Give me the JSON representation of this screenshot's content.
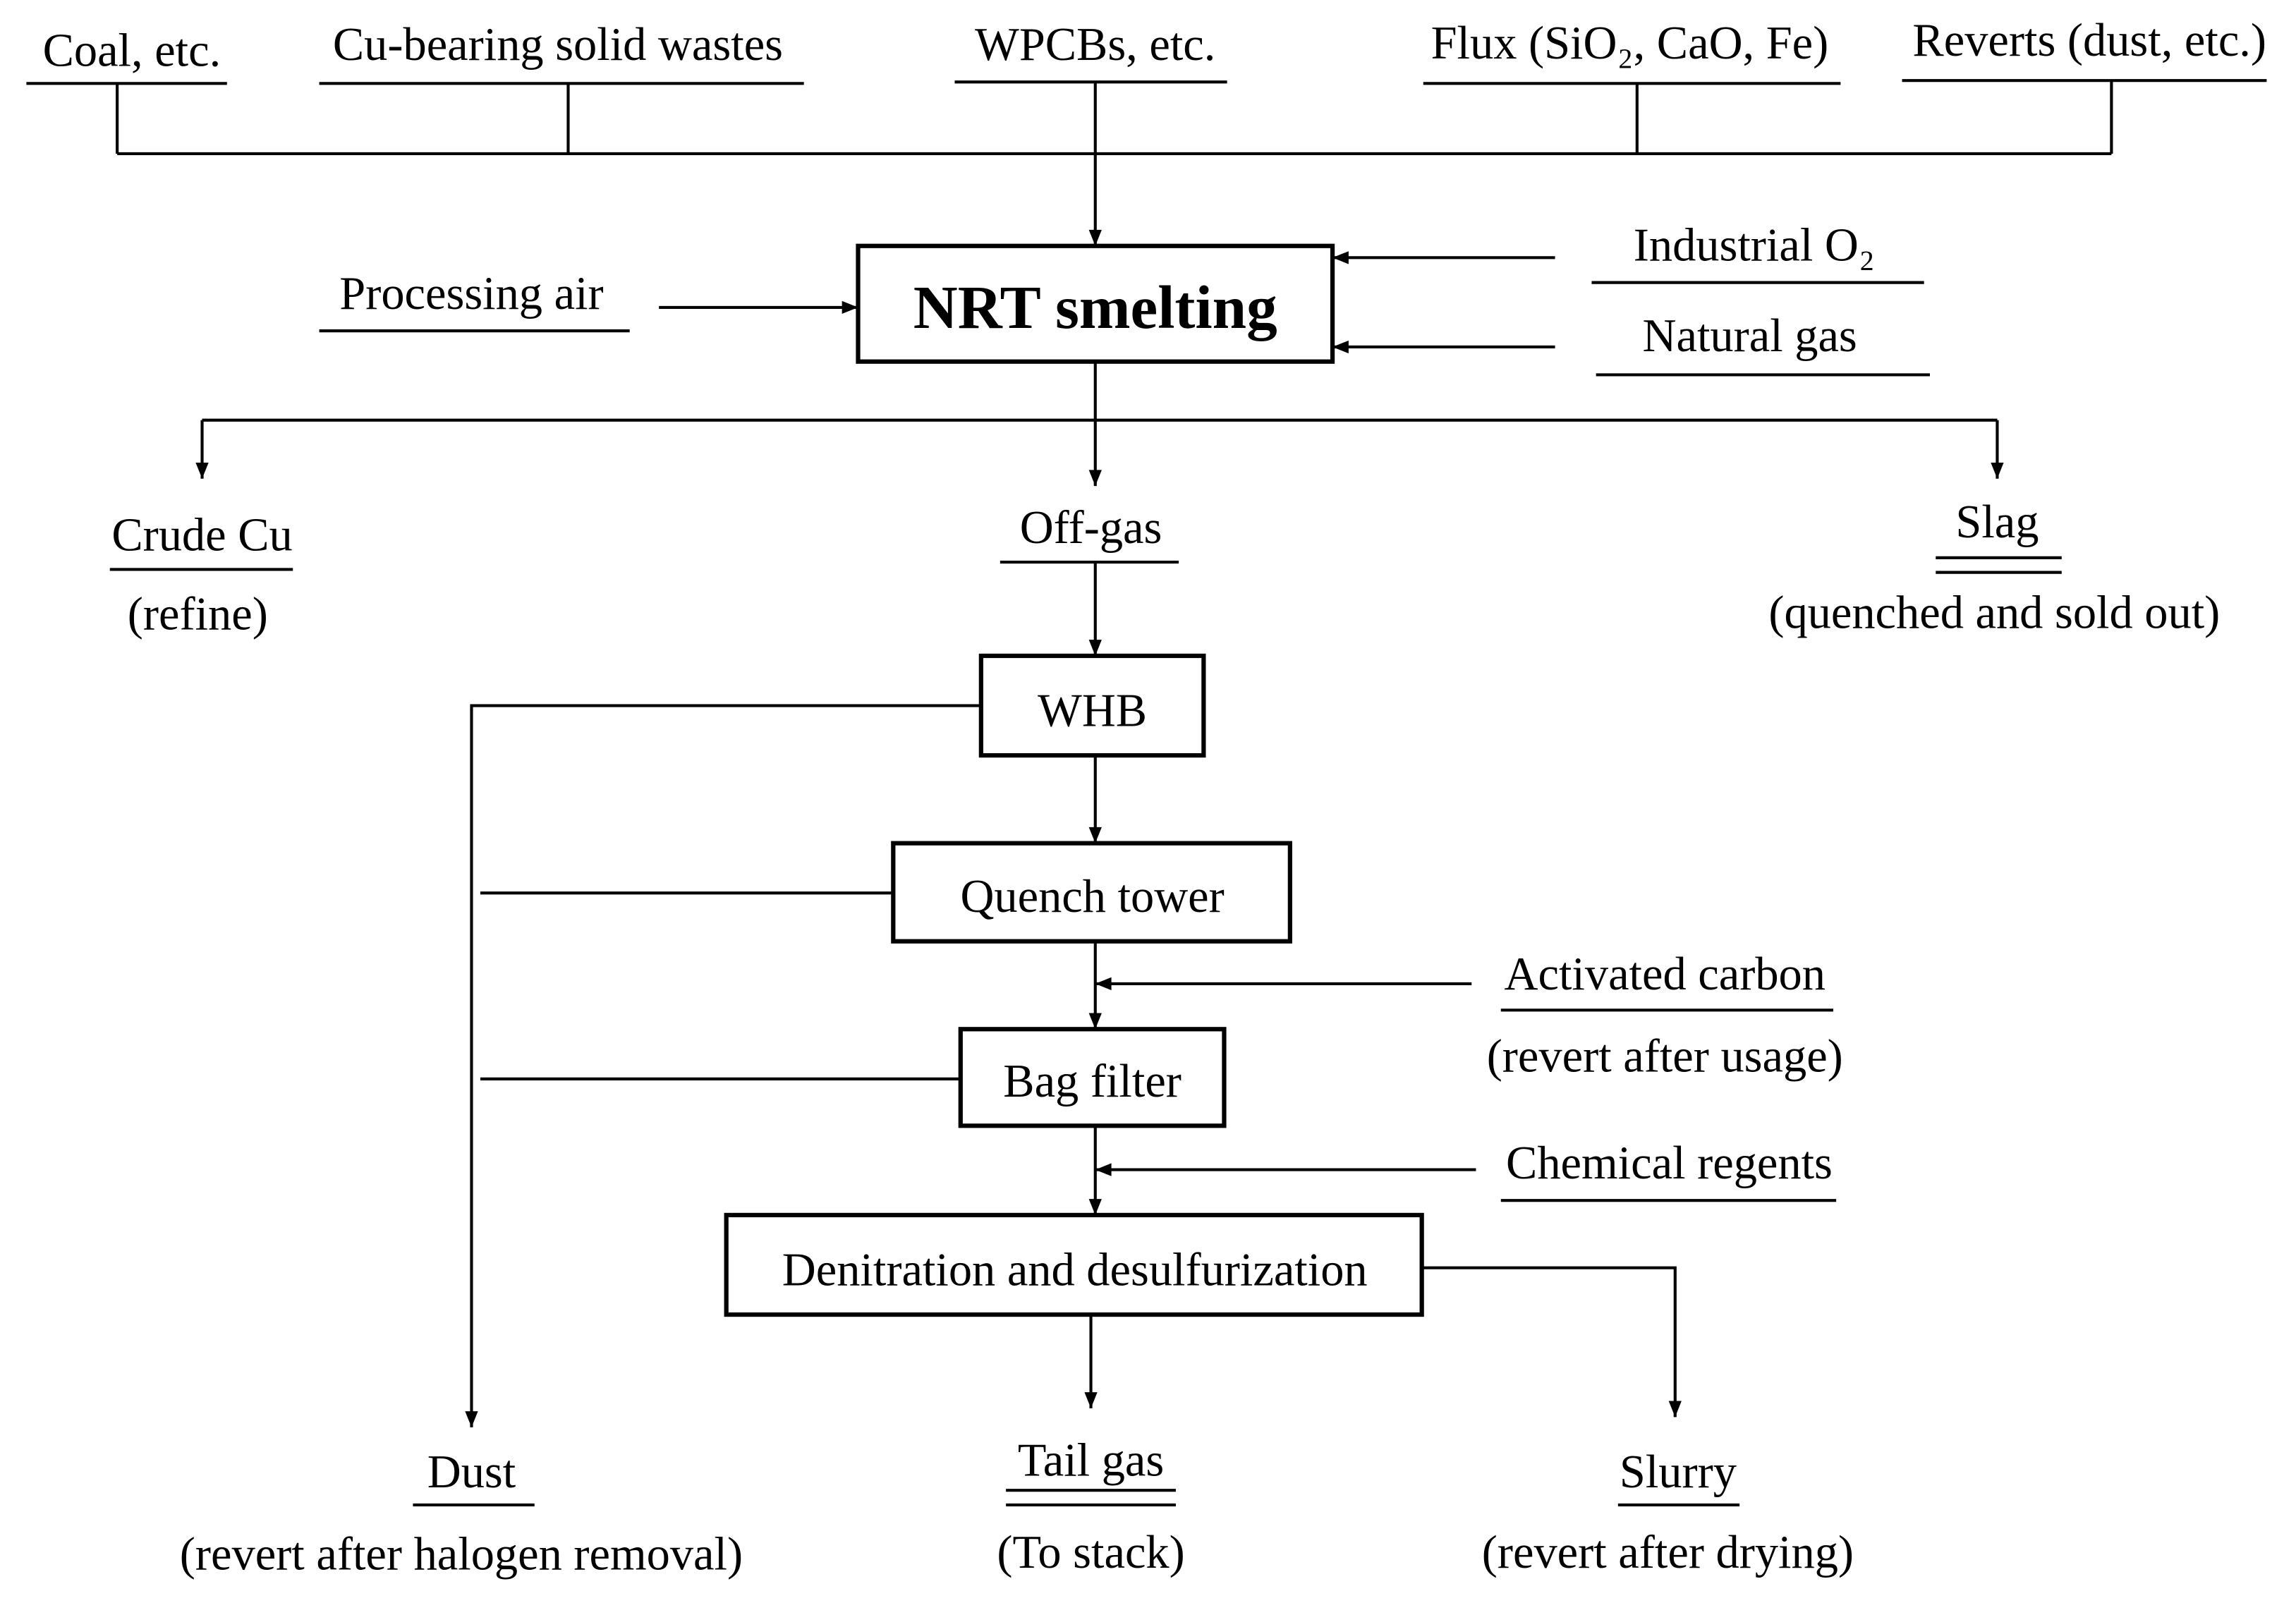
{
  "diagram": {
    "feed_materials": [
      {
        "label": "Coal, etc."
      },
      {
        "label": "Cu-bearing solid wastes"
      },
      {
        "label": "WPCBs, etc."
      },
      {
        "label": "Flux (SiO₂, CaO, Fe)"
      },
      {
        "label": "Reverts (dust, etc.)"
      }
    ],
    "smelting": {
      "label": "NRT smelting"
    },
    "smelting_inputs": {
      "processing_air": "Processing air",
      "industrial_o2": "Industrial O₂",
      "natural_gas": "Natural gas"
    },
    "smelting_products": {
      "crude_cu": {
        "label": "Crude Cu",
        "note": "(refine)"
      },
      "off_gas": {
        "label": "Off-gas"
      },
      "slag": {
        "label": "Slag",
        "note": "(quenched and sold out)"
      }
    },
    "gas_treatment": {
      "whb": "WHB",
      "quench_tower": "Quench tower",
      "bag_filter": "Bag filter",
      "denitration_desulfurization": "Denitration and desulfurization"
    },
    "reagents": {
      "activated_carbon": {
        "label": "Activated carbon",
        "note": "(revert after usage)"
      },
      "chemical_regents": {
        "label": "Chemical regents"
      }
    },
    "final_outputs": {
      "dust": {
        "label": "Dust",
        "note": "(revert after halogen removal)"
      },
      "tail_gas": {
        "label": "Tail gas",
        "note": "(To stack)"
      },
      "slurry": {
        "label": "Slurry",
        "note": "(revert after drying)"
      }
    }
  },
  "colors": {
    "line": "#000000",
    "background": "#ffffff"
  }
}
